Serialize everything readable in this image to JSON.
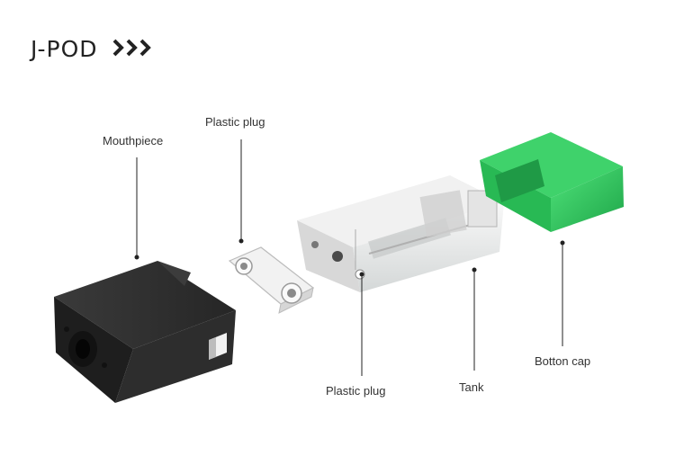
{
  "header": {
    "title": "J-POD",
    "chevron_icon": "triple-chevron-right-icon"
  },
  "labels": {
    "mouthpiece": "Mouthpiece",
    "plastic_plug_top": "Plastic plug",
    "plastic_plug_bottom": "Plastic plug",
    "tank": "Tank",
    "bottom_cap": "Botton cap"
  },
  "colors": {
    "mouthpiece": "#2b2b2b",
    "cap": "#2ec25a",
    "plug": "#e9e9e9",
    "tank": "#dcdcdc",
    "leader": "#222222"
  }
}
